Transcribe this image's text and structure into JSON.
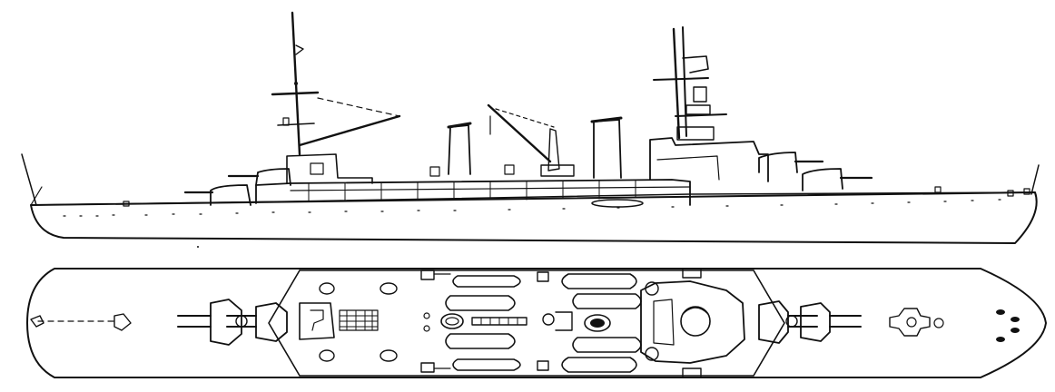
{
  "drawing": {
    "views": [
      {
        "id": "profile",
        "kind": "side-elevation"
      },
      {
        "id": "plan",
        "kind": "deck-plan"
      }
    ],
    "colors": {
      "ink": "#111111",
      "paper": "#ffffff"
    },
    "features": {
      "main_turrets": 4,
      "funnels": 2,
      "masts": 2,
      "boats_per_side": 4
    }
  }
}
